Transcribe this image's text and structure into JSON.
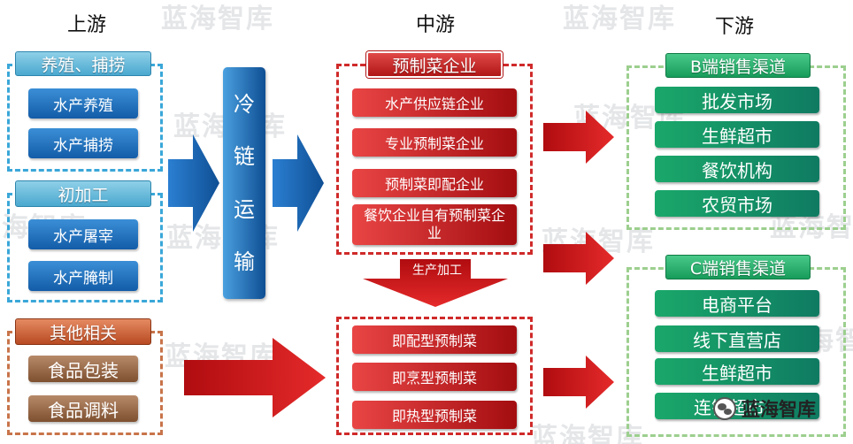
{
  "watermarks": [
    "蓝海智库",
    "蓝海智库",
    "蓝海智库",
    "蓝海智库",
    "蓝海智库",
    "蓝海智库",
    "蓝海智库",
    "蓝海智库",
    "蓝海智库",
    "蓝海智库",
    "蓝海智库"
  ],
  "upstream": {
    "title": "上游",
    "farming": {
      "header": "养殖、捕捞",
      "items": [
        "水产养殖",
        "水产捕捞"
      ]
    },
    "processing": {
      "header": "初加工",
      "items": [
        "水产屠宰",
        "水产腌制"
      ]
    },
    "other": {
      "header": "其他相关",
      "items": [
        "食品包装",
        "食品调料"
      ]
    }
  },
  "cold_chain": {
    "chars": [
      "冷",
      "链",
      "运",
      "输"
    ]
  },
  "midstream": {
    "title": "中游",
    "companies": {
      "header": "预制菜企业",
      "items": [
        "水产供应链企业",
        "专业预制菜企业",
        "预制菜即配企业",
        "餐饮企业自有预制菜企业"
      ]
    },
    "process_label": "生产加工",
    "products": {
      "items": [
        "即配型预制菜",
        "即烹型预制菜",
        "即热型预制菜"
      ]
    }
  },
  "downstream": {
    "title": "下游",
    "b_channel": {
      "header": "B端销售渠道",
      "items": [
        "批发市场",
        "生鲜超市",
        "餐饮机构",
        "农贸市场"
      ]
    },
    "c_channel": {
      "header": "C端销售渠道",
      "items": [
        "电商平台",
        "线下直营店",
        "生鲜超市",
        "连锁超市"
      ]
    }
  },
  "wechat": {
    "icon": "wechat-icon",
    "label": "蓝海智库"
  },
  "colors": {
    "blue": "#135ca8",
    "red": "#c8141a",
    "green": "#179c5a",
    "brown": "#7e5030",
    "dash_blue": "#3aa7d8",
    "dash_red": "#d02a2a",
    "dash_green": "#9ccf8e",
    "dash_orange": "#c8744a"
  }
}
